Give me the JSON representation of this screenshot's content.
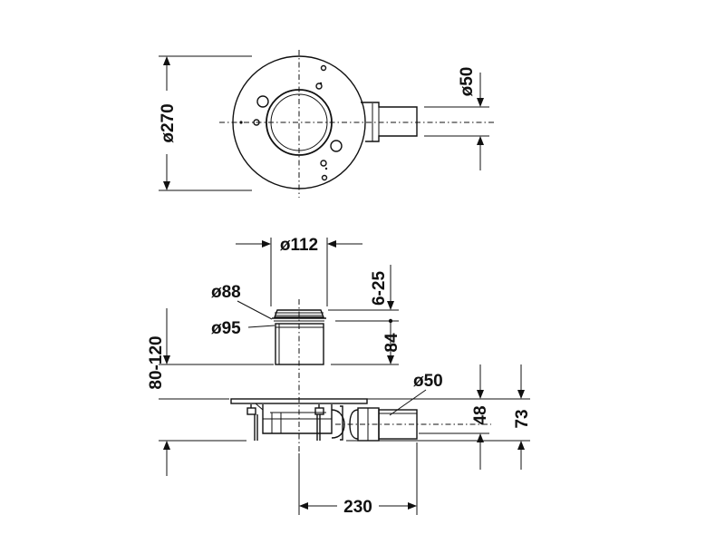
{
  "dimensions": {
    "top_flange_diameter": "ø270",
    "outlet_pipe_diameter_top": "ø50",
    "grate_outer_diameter": "ø112",
    "grate_inner_diameter": "ø88",
    "body_diameter": "ø95",
    "grate_adjustment": "6-25",
    "body_height": "84",
    "installation_height": "80-120",
    "outlet_pipe_diameter_side": "ø50",
    "outlet_center_height": "48",
    "total_height": "73",
    "outlet_length": "230"
  }
}
